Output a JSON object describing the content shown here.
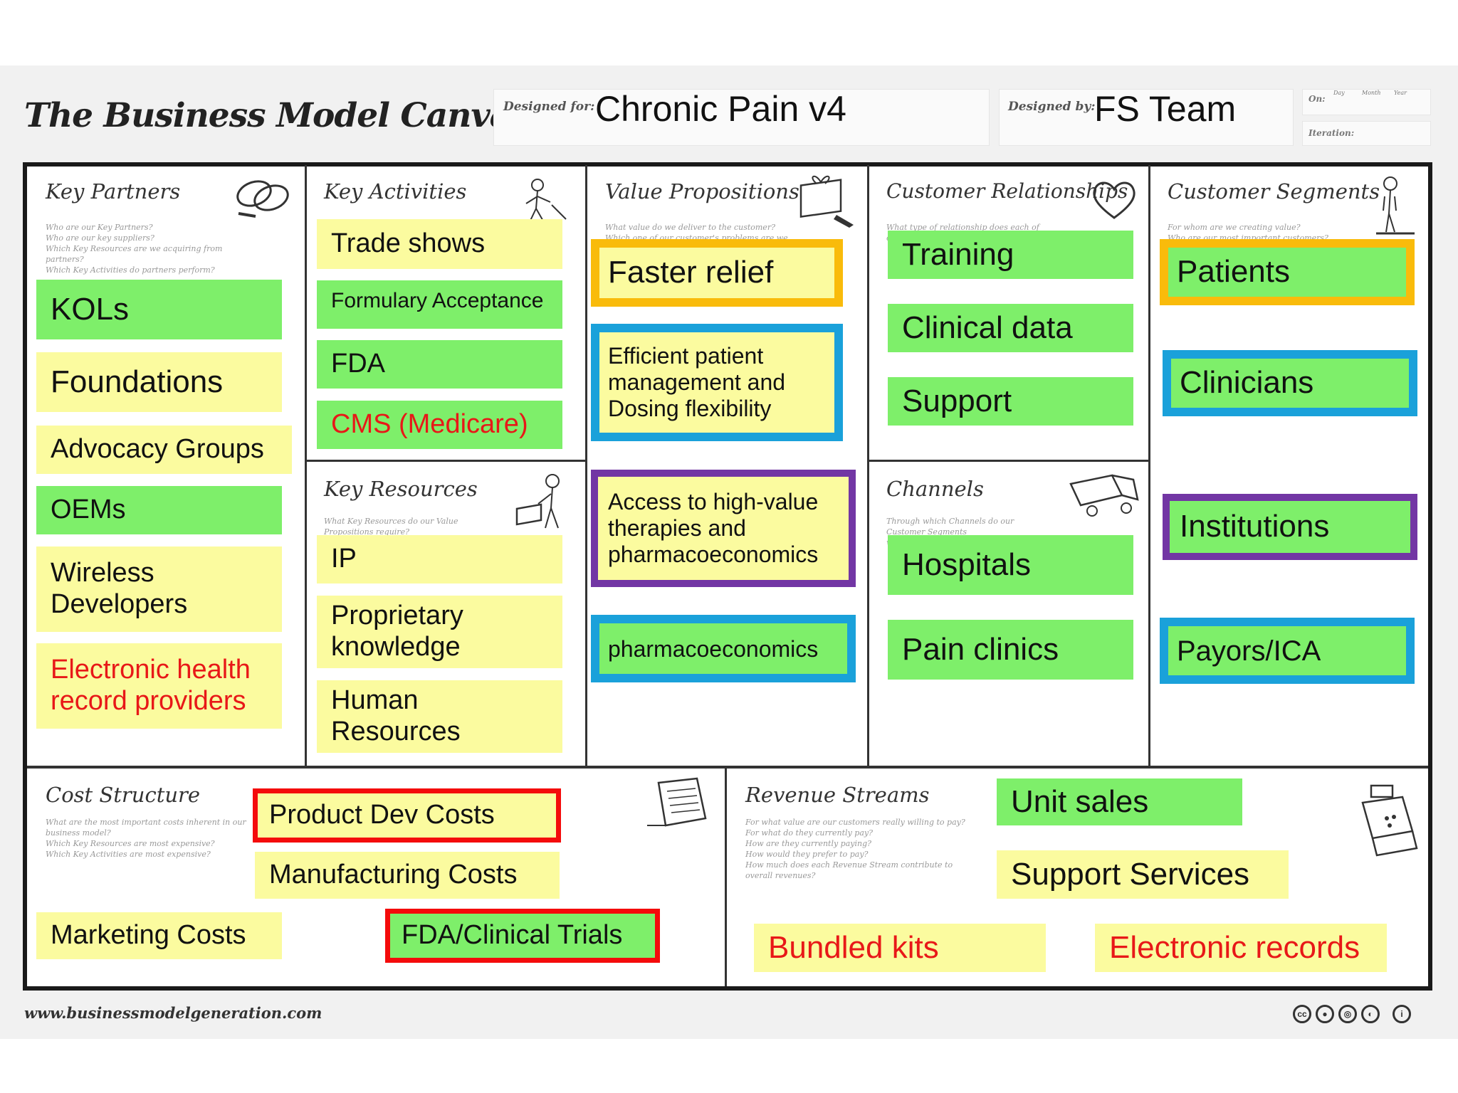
{
  "header": {
    "title": "The Business Model Canvas",
    "designed_for_label": "Designed for:",
    "designed_for_value": "Chronic Pain v4",
    "designed_by_label": "Designed by:",
    "designed_by_value": "FS Team",
    "on_label": "On:",
    "day": "Day",
    "month": "Month",
    "year": "Year",
    "iteration_label": "Iteration:"
  },
  "sections": {
    "key_partners": {
      "title": "Key Partners",
      "prompt": "Who are our Key Partners?\nWho are our key suppliers?\nWhich Key Resources are we acquiring from partners?\nWhich Key Activities do partners perform?"
    },
    "key_activities": {
      "title": "Key Activities"
    },
    "key_resources": {
      "title": "Key Resources",
      "prompt": "What Key Resources do our Value Propositions require?\nOur Distribution Channels? Customer Relationships?"
    },
    "value_propositions": {
      "title": "Value Propositions",
      "prompt": "What value do we deliver to the customer?\nWhich one of our customer's problems are we helping to solve?"
    },
    "customer_relationships": {
      "title": "Customer Relationships",
      "prompt": "What type of relationship does each of our Customer"
    },
    "channels": {
      "title": "Channels",
      "prompt": "Through which Channels do our Customer Segments\nwant to be reached?"
    },
    "customer_segments": {
      "title": "Customer Segments",
      "prompt": "For whom are we creating value?\nWho are our most important customers?"
    },
    "cost_structure": {
      "title": "Cost Structure",
      "prompt": "What are the most important costs inherent in our business model?\nWhich Key Resources are most expensive?\nWhich Key Activities are most expensive?"
    },
    "revenue_streams": {
      "title": "Revenue Streams",
      "prompt": "For what value are our customers really willing to pay?\nFor what do they currently pay?\nHow are they currently paying?\nHow would they prefer to pay?\nHow much does each Revenue Stream contribute to overall revenues?"
    }
  },
  "notes": {
    "kp_kols": "KOLs",
    "kp_foundations": "Foundations",
    "kp_advocacy": "Advocacy Groups",
    "kp_oems": "OEMs",
    "kp_wireless": "Wireless Developers",
    "kp_ehr": "Electronic health record providers",
    "ka_trade": "Trade shows",
    "ka_formulary": "Formulary Acceptance",
    "ka_fda": "FDA",
    "ka_cms": "CMS (Medicare)",
    "kr_ip": "IP",
    "kr_proprietary": "Proprietary knowledge",
    "kr_human": "Human Resources",
    "vp_faster": "Faster relief",
    "vp_efficient": "Efficient patient management and Dosing flexibility",
    "vp_access": "Access to high-value therapies and pharmacoeconomics",
    "vp_pharmaco": "pharmacoeconomics",
    "cr_training": "Training",
    "cr_clinical": "Clinical data",
    "cr_support": "Support",
    "ch_hospitals": "Hospitals",
    "ch_pain": "Pain clinics",
    "cs_patients": "Patients",
    "cs_clinicians": "Clinicians",
    "cs_institutions": "Institutions",
    "cs_payors": "Payors/ICA",
    "cost_product": "Product Dev Costs",
    "cost_manufacturing": "Manufacturing Costs",
    "cost_marketing": "Marketing Costs",
    "cost_fda": "FDA/Clinical Trials",
    "rev_unit": "Unit sales",
    "rev_support": "Support Services",
    "rev_bundled": "Bundled kits",
    "rev_electronic": "Electronic records"
  },
  "footer": {
    "url": "www.businessmodelgeneration.com"
  },
  "colors": {
    "green_note": "#7eef6a",
    "yellow_note": "#fbfb9f",
    "orange_border": "#f9bb0b",
    "blue_border": "#1aa1da",
    "purple_border": "#7236a4",
    "red_border": "#f40b0b",
    "red_text": "#e81818"
  }
}
